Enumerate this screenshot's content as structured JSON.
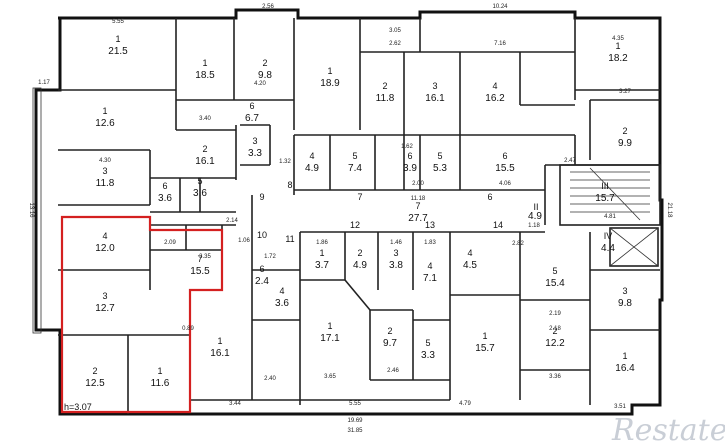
{
  "plan": {
    "watermark": "Restate",
    "selected_unit": {
      "height_label": "h=3.07"
    },
    "rooms": [
      {
        "id": "r1",
        "num": "1",
        "area": "21.5"
      },
      {
        "id": "r2",
        "num": "1",
        "area": "18.5"
      },
      {
        "id": "r3",
        "num": "2",
        "area": "9.8"
      },
      {
        "id": "r4",
        "num": "1",
        "area": "18.9"
      },
      {
        "id": "r5",
        "num": "2",
        "area": "11.8"
      },
      {
        "id": "r6",
        "num": "3",
        "area": "16.1"
      },
      {
        "id": "r7",
        "num": "4",
        "area": "16.2"
      },
      {
        "id": "r8",
        "num": "1",
        "area": "18.2"
      },
      {
        "id": "r9",
        "num": "1",
        "area": "12.6"
      },
      {
        "id": "r10",
        "num": "3",
        "area": "11.8"
      },
      {
        "id": "r11",
        "num": "2",
        "area": "16.1"
      },
      {
        "id": "r12",
        "num": "4",
        "area": "4.9"
      },
      {
        "id": "r13",
        "num": "5",
        "area": "7.4"
      },
      {
        "id": "r14",
        "num": "6",
        "area": "3.9"
      },
      {
        "id": "r15",
        "num": "5",
        "area": "5.3"
      },
      {
        "id": "r16",
        "num": "6",
        "area": "15.5"
      },
      {
        "id": "r17",
        "num": "2",
        "area": "9.9"
      },
      {
        "id": "r18",
        "num": "4",
        "area": "12.0"
      },
      {
        "id": "r19",
        "num": "3",
        "area": "12.7"
      },
      {
        "id": "r20",
        "num": "2",
        "area": "12.5"
      },
      {
        "id": "r21",
        "num": "1",
        "area": "11.6"
      },
      {
        "id": "r22",
        "num": "7",
        "area": "15.5"
      },
      {
        "id": "r23",
        "num": "1",
        "area": "16.1"
      },
      {
        "id": "r24",
        "num": "1",
        "area": "17.1"
      },
      {
        "id": "r25",
        "num": "2",
        "area": "9.7"
      },
      {
        "id": "r26",
        "num": "1",
        "area": "15.7"
      },
      {
        "id": "r27",
        "num": "2",
        "area": "12.2"
      },
      {
        "id": "r28",
        "num": "1",
        "area": "16.4"
      },
      {
        "id": "r29",
        "num": "3",
        "area": "9.8"
      },
      {
        "id": "r30",
        "num": "5",
        "area": "15.4"
      },
      {
        "id": "r31",
        "num": "4",
        "area": "4.5"
      },
      {
        "id": "r32",
        "num": "4",
        "area": "7.1"
      },
      {
        "id": "r33",
        "num": "3",
        "area": "3.8"
      },
      {
        "id": "r34",
        "num": "2",
        "area": "4.9"
      },
      {
        "id": "r35",
        "num": "1",
        "area": "3.7"
      },
      {
        "id": "r36",
        "num": "4",
        "area": "3.6"
      },
      {
        "id": "r37",
        "num": "6",
        "area": "6.7"
      },
      {
        "id": "r38",
        "num": "3",
        "area": "3.3"
      },
      {
        "id": "r39",
        "num": "6",
        "area": "3.6"
      },
      {
        "id": "r40",
        "num": "5",
        "area": "3.6"
      },
      {
        "id": "r41",
        "num": "6",
        "area": "2.4"
      },
      {
        "id": "r42",
        "num": "7",
        "area": "27.7"
      },
      {
        "id": "r43",
        "num": "III",
        "area": "15.7"
      },
      {
        "id": "r44",
        "num": "IV",
        "area": "4.4"
      },
      {
        "id": "r45",
        "num": "",
        "area": "4.9"
      },
      {
        "id": "r46",
        "num": "5",
        "area": "3.3"
      }
    ],
    "dimensions": [
      {
        "id": "d1",
        "text": "5.55"
      },
      {
        "id": "d2",
        "text": "2.56"
      },
      {
        "id": "d3",
        "text": "10.24"
      },
      {
        "id": "d4",
        "text": "4.35"
      },
      {
        "id": "d5",
        "text": "4.30"
      },
      {
        "id": "d6",
        "text": "3.05"
      },
      {
        "id": "d7",
        "text": "2.62"
      },
      {
        "id": "d8",
        "text": "7.16"
      },
      {
        "id": "d9",
        "text": "1.17"
      },
      {
        "id": "d10",
        "text": "3.40"
      },
      {
        "id": "d11",
        "text": "4.20"
      },
      {
        "id": "d12",
        "text": "1.32"
      },
      {
        "id": "d13",
        "text": "1.62"
      },
      {
        "id": "d14",
        "text": "2.00"
      },
      {
        "id": "d15",
        "text": "4.06"
      },
      {
        "id": "d16",
        "text": "11.18"
      },
      {
        "id": "d17",
        "text": "2.47"
      },
      {
        "id": "d18",
        "text": "3.27"
      },
      {
        "id": "d19",
        "text": "1.86"
      },
      {
        "id": "d20",
        "text": "1.46"
      },
      {
        "id": "d21",
        "text": "1.83"
      },
      {
        "id": "d22",
        "text": "2.82"
      },
      {
        "id": "d23",
        "text": "3.35"
      },
      {
        "id": "d24",
        "text": "1.72"
      },
      {
        "id": "d25",
        "text": "3.65"
      },
      {
        "id": "d26",
        "text": "2.46"
      },
      {
        "id": "d27",
        "text": "2.40"
      },
      {
        "id": "d28",
        "text": "3.44"
      },
      {
        "id": "d29",
        "text": "5.55"
      },
      {
        "id": "d30",
        "text": "4.79"
      },
      {
        "id": "d31",
        "text": "31.85"
      },
      {
        "id": "d32",
        "text": "19.69"
      },
      {
        "id": "d33",
        "text": "3.36"
      },
      {
        "id": "d34",
        "text": "3.51"
      },
      {
        "id": "d35",
        "text": "2.18"
      },
      {
        "id": "d36",
        "text": "2.19"
      },
      {
        "id": "d37",
        "text": "4.81"
      },
      {
        "id": "d38",
        "text": "2.14"
      },
      {
        "id": "d39",
        "text": "2.09"
      },
      {
        "id": "d40",
        "text": "21.18"
      },
      {
        "id": "d41",
        "text": "13.16"
      },
      {
        "id": "d42",
        "text": "1.06"
      },
      {
        "id": "d43",
        "text": "0.89"
      },
      {
        "id": "d44",
        "text": "1.18"
      }
    ],
    "markers": [
      {
        "id": "m1",
        "text": "10"
      },
      {
        "id": "m2",
        "text": "11"
      },
      {
        "id": "m3",
        "text": "12"
      },
      {
        "id": "m4",
        "text": "13"
      },
      {
        "id": "m5",
        "text": "14"
      },
      {
        "id": "m6",
        "text": "9"
      },
      {
        "id": "m7",
        "text": "8"
      },
      {
        "id": "m8",
        "text": "7"
      },
      {
        "id": "m9",
        "text": "6"
      },
      {
        "id": "m10",
        "text": "II"
      }
    ]
  }
}
